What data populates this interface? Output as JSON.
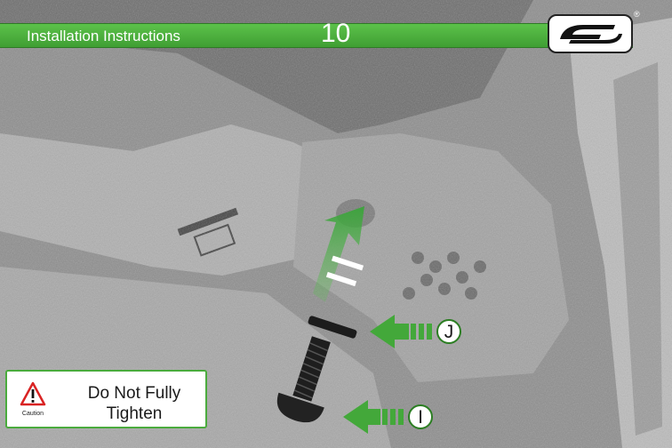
{
  "header": {
    "title": "Installation Instructions",
    "page_number": "10",
    "brand_logo": "ep-logo",
    "registered_mark": "®",
    "color": "#4aab3d"
  },
  "caution": {
    "icon": "warning-triangle-icon",
    "icon_label": "Caution",
    "text_line1": "Do Not Fully",
    "text_line2": "Tighten"
  },
  "callouts": [
    {
      "label": "J"
    },
    {
      "label": "I"
    }
  ]
}
